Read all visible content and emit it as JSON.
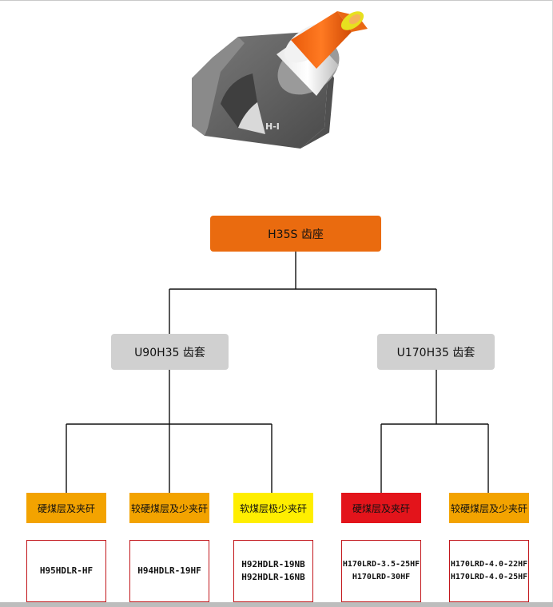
{
  "root": {
    "label": "H35S 齿座",
    "color": "#ea6b0f"
  },
  "holders": [
    {
      "label": "U90H35 齿套"
    },
    {
      "label": "U170H35 齿套"
    }
  ],
  "categories": [
    {
      "label": "硬煤层及夹矸",
      "color": "#f3a300"
    },
    {
      "label": "较硬煤层及少夹矸",
      "color": "#f3a300"
    },
    {
      "label": "软煤层极少夹矸",
      "color": "#ffee00"
    },
    {
      "label": "硬煤层及夹矸",
      "color": "#e3141b"
    },
    {
      "label": "较硬煤层及少夹矸",
      "color": "#f3a300"
    }
  ],
  "picks": [
    {
      "lines": [
        "H95HDLR-HF"
      ]
    },
    {
      "lines": [
        "H94HDLR-19HF"
      ]
    },
    {
      "lines": [
        "H92HDLR-19NB",
        "H92HDLR-16NB"
      ]
    },
    {
      "lines": [
        "H170LRD-3.5-25HF",
        "H170LRD-30HF"
      ]
    },
    {
      "lines": [
        "H170LRD-4.0-22HF",
        "H170LRD-4.0-25HF"
      ]
    }
  ],
  "product_logo": "H-I",
  "connector_color": "#111111"
}
